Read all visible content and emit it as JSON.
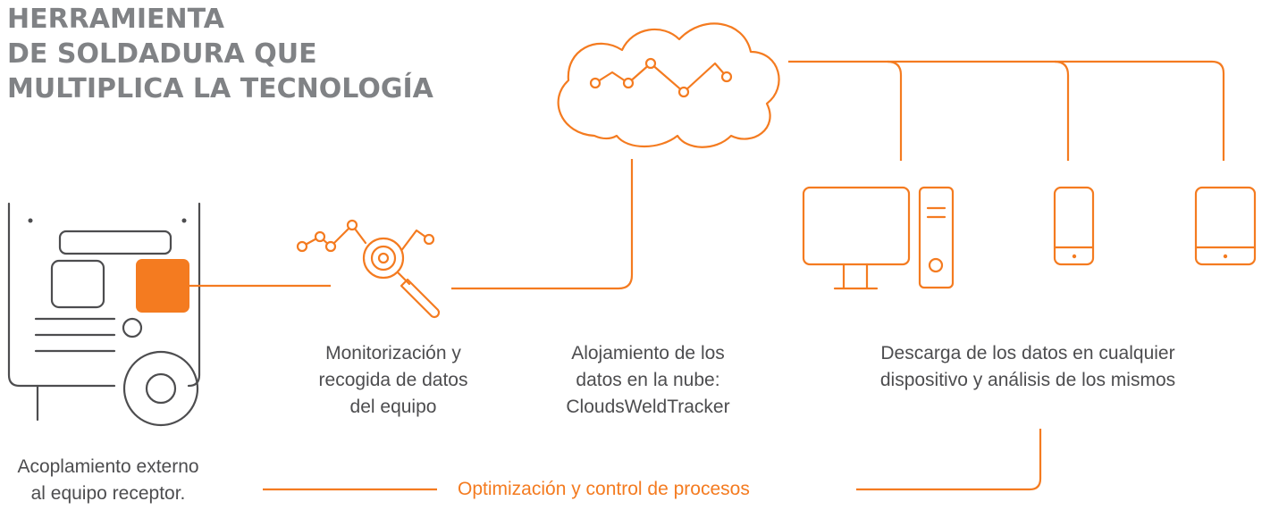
{
  "title": {
    "line1": "HERRAMIENTA",
    "line2": "DE SOLDADURA QUE",
    "line3": "MULTIPLICA LA TECNOLOGÍA"
  },
  "steps": {
    "device": {
      "line1": "Acoplamiento externo",
      "line2": "al equipo receptor."
    },
    "monitor": {
      "line1": "Monitorización y",
      "line2": "recogida de datos",
      "line3": "del equipo"
    },
    "cloud": {
      "line1": "Alojamiento de los",
      "line2": "datos en la nube:",
      "line3": "CloudsWeldTracker"
    },
    "download": {
      "line1": "Descarga de los datos en cualquier",
      "line2": "dispositivo y análisis de los mismos"
    }
  },
  "bottom_label": "Optimización y control de procesos",
  "colors": {
    "accent": "#f47b20",
    "title": "#808285",
    "stroke": "#4d4d4f",
    "text": "#4d4d4f"
  },
  "icons": [
    "welding-machine-icon",
    "data-search-icon",
    "cloud-chart-icon",
    "desktop-computer-icon",
    "smartphone-icon",
    "tablet-icon"
  ]
}
